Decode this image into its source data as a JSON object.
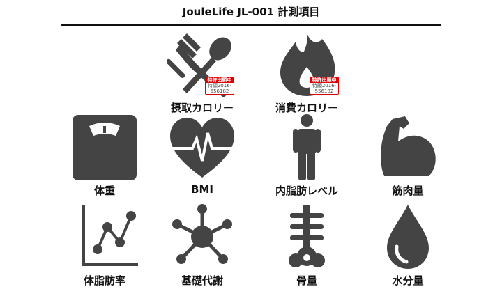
{
  "title": "JouleLife JL-001 計測項目",
  "badge": {
    "status": "特許出願中",
    "number": "特願2016-556182"
  },
  "items": [
    {
      "label": "摂取カロリー",
      "icon": "fork-spoon-icon"
    },
    {
      "label": "消費カロリー",
      "icon": "flame-icon"
    },
    {
      "label": "体重",
      "icon": "scale-icon"
    },
    {
      "label": "BMI",
      "icon": "heart-pulse-icon"
    },
    {
      "label": "内脂肪レベル",
      "icon": "person-icon"
    },
    {
      "label": "筋肉量",
      "icon": "muscle-arm-icon"
    },
    {
      "label": "体脂肪率",
      "icon": "line-chart-icon"
    },
    {
      "label": "基礎代謝",
      "icon": "molecule-icon"
    },
    {
      "label": "骨量",
      "icon": "bone-icon"
    },
    {
      "label": "水分量",
      "icon": "water-drop-icon"
    }
  ]
}
